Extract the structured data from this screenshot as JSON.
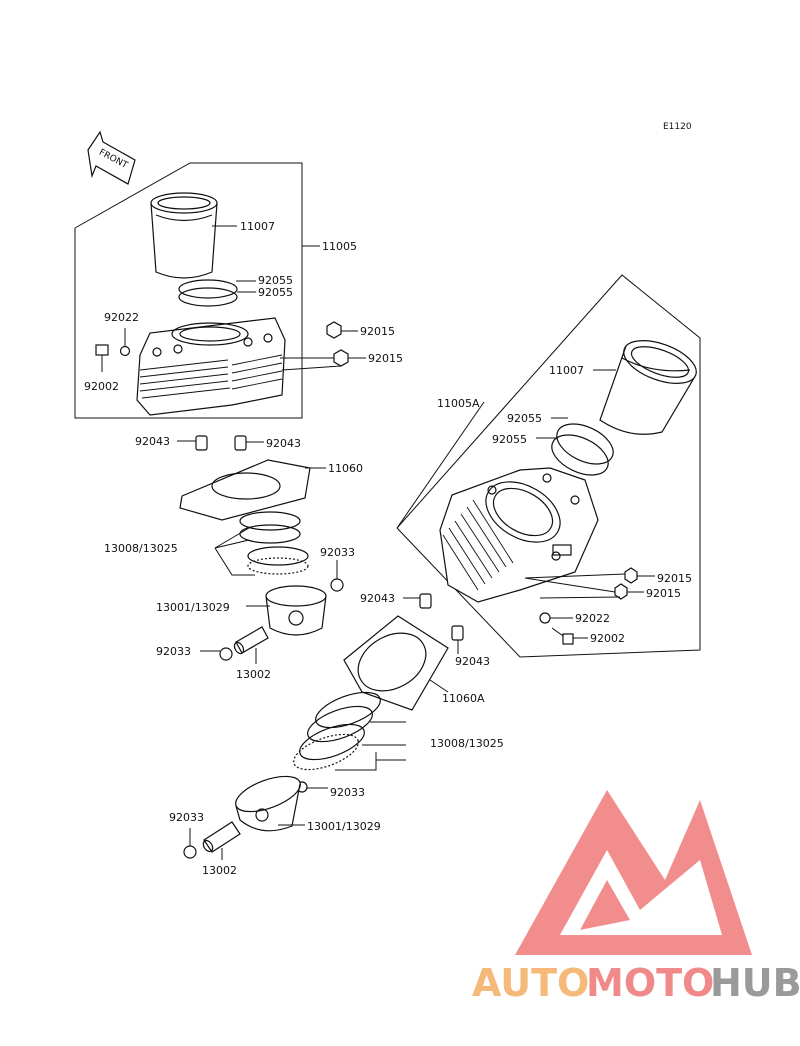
{
  "diagram": {
    "ref_code": "E1120",
    "front_label": "FRONT",
    "labels": {
      "top_liner": "11007",
      "top_cylinder": "11005",
      "top_oring_a": "92055",
      "top_oring_b": "92055",
      "top_washer": "92022",
      "top_bolt": "92002",
      "top_nut_a": "92015",
      "top_nut_b": "92015",
      "top_dowel_l": "92043",
      "top_dowel_r": "92043",
      "top_gasket": "11060",
      "top_rings": "13008/13025",
      "top_clip_r": "92033",
      "top_piston": "13001/13029",
      "top_clip_l": "92033",
      "top_pin": "13002",
      "rear_liner": "11007",
      "rear_cylinder": "11005A",
      "rear_oring_a": "92055",
      "rear_oring_b": "92055",
      "rear_nut_a": "92015",
      "rear_nut_b": "92015",
      "rear_dowel_l": "92043",
      "rear_washer": "92022",
      "rear_bolt": "92002",
      "rear_dowel_r": "92043",
      "rear_gasket": "11060A",
      "rear_rings": "13008/13025",
      "rear_clip_r": "92033",
      "rear_piston": "13001/13029",
      "rear_clip_l": "92033",
      "rear_pin": "13002"
    }
  },
  "watermark": {
    "brand_part_a": "AUTO",
    "brand_part_b": "MOTO",
    "brand_part_c": "HUB",
    "color_a": "#f5b97a",
    "color_b": "#f08a8a",
    "color_c": "#9a9a9a",
    "logo_color": "#f07a7a"
  }
}
